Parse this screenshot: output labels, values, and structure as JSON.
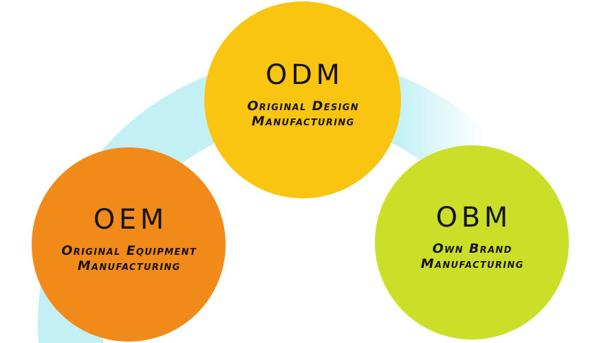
{
  "page": {
    "background": "#ffffff"
  },
  "diagram": {
    "text_color": "#161412",
    "arc": {
      "name": "connector-arc",
      "color": "#C2F0F4",
      "fade_side": "right"
    },
    "circles": [
      {
        "abbr": "ODM",
        "subtitle_line1": "Original Design",
        "subtitle_line2": "Manufacturing",
        "color": "#F9C511",
        "position": "top-center"
      },
      {
        "abbr": "OEM",
        "subtitle_line1": "Original Equipment",
        "subtitle_line2": "Manufacturing",
        "color": "#F28A1A",
        "position": "bottom-left"
      },
      {
        "abbr": "OBM",
        "subtitle_line1": "Own Brand",
        "subtitle_line2": "Manufacturing",
        "color": "#CBDF29",
        "position": "bottom-right"
      }
    ]
  }
}
